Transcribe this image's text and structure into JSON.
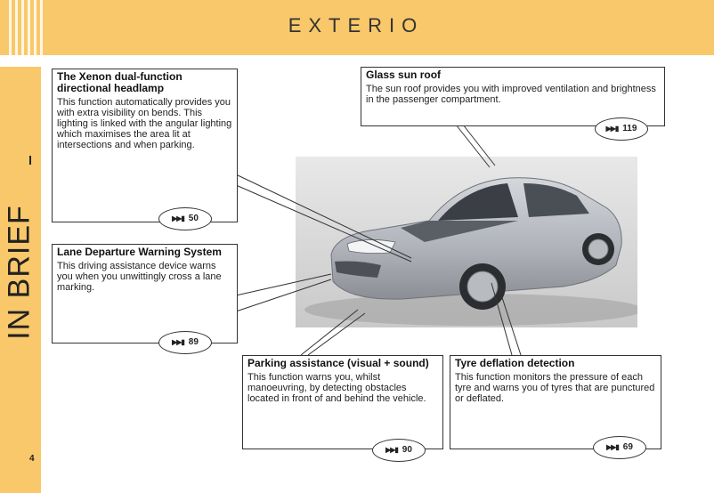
{
  "header": {
    "title": "EXTERIO"
  },
  "sidebar": {
    "section_label": "IN BRIEF",
    "page_number": "4"
  },
  "boxes": {
    "xenon": {
      "title": "The Xenon dual-function directional headlamp",
      "text": "This function automatically provides you with extra visibility on bends. This lighting is linked with the angular lighting which maximises the area lit at intersections and when parking.",
      "ref_page": "50"
    },
    "lane": {
      "title": "Lane Departure Warning System",
      "text": "This driving assistance device warns you when you unwittingly cross a lane marking.",
      "ref_page": "89"
    },
    "sunroof": {
      "title": "Glass sun roof",
      "text": "The sun roof provides you with improved ventilation and brightness in the passenger compartment.",
      "ref_page": "119"
    },
    "parking": {
      "title": "Parking assistance (visual + sound)",
      "text": "This function warns you, whilst manoeuvring, by detecting obstacles located in front of and behind the vehicle.",
      "ref_page": "90"
    },
    "tyre": {
      "title": "Tyre deflation detection",
      "text": "This function monitors the pressure of each tyre and warns you of tyres that are punctured or deflated.",
      "ref_page": "69"
    }
  },
  "ref_icon": "fast-forward-icon",
  "colors": {
    "accent": "#f9c86a",
    "accent_light": "#fff6e2",
    "car_silver": "#b9bcc2"
  }
}
